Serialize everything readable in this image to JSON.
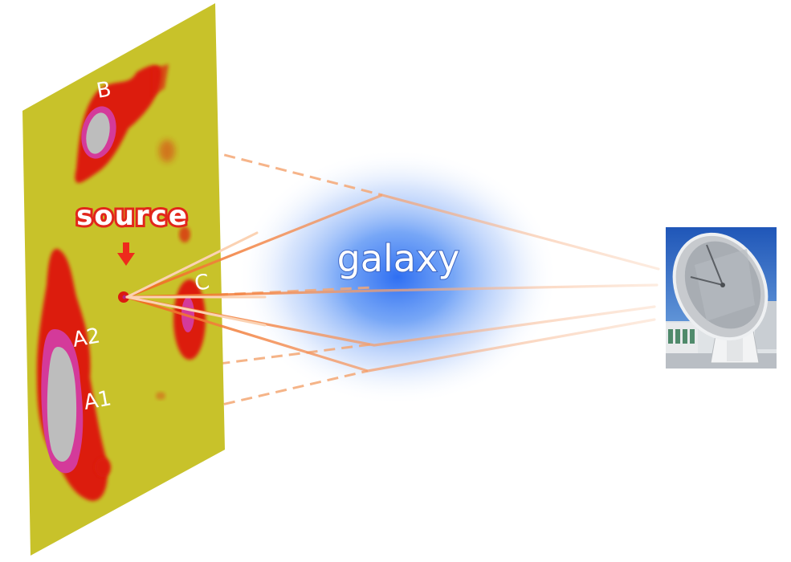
{
  "labels": {
    "source": "source",
    "galaxy": "galaxy",
    "image_b": "B",
    "image_c": "C",
    "image_a1": "A1",
    "image_a2": "A2"
  },
  "colors": {
    "panel": "#c8c22a",
    "emission": "#dc1a10",
    "emission_mid": "#d43a9a",
    "emission_core": "#bdbdbd",
    "rays": "#f07828",
    "galaxy_glow": "#4b8cf5",
    "source_label_fill": "#ffffff",
    "source_label_stroke": "#e2261b",
    "arrow": "#ee2a1c"
  },
  "icons": {
    "arrow": "arrow-down-icon",
    "telescope": "radio-telescope-icon"
  }
}
